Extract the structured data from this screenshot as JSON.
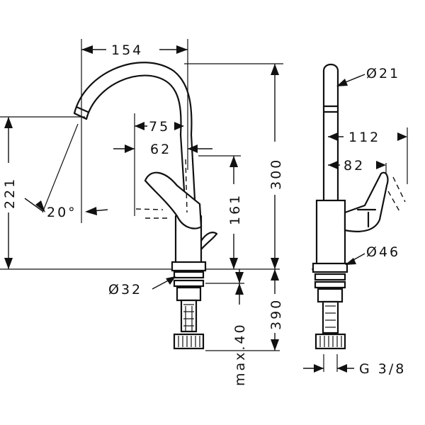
{
  "dimensions": {
    "spout_reach": "154",
    "spout_height_to_outlet": "221",
    "spout_angle": "20°",
    "distance_75": "75",
    "distance_62": "62",
    "handle_height": "161",
    "total_height": "300",
    "base_diameter": "Ø32",
    "shank_length": "390",
    "max_countertop": "max.40",
    "spout_diameter": "Ø21",
    "handle_reach": "112",
    "handle_offset": "82",
    "body_diameter": "Ø46",
    "thread": "G 3/8"
  }
}
